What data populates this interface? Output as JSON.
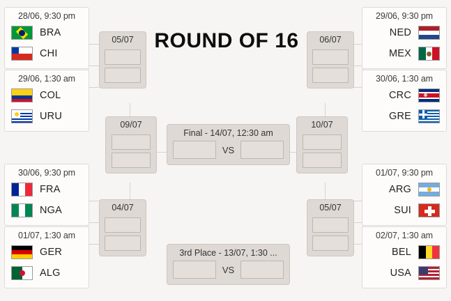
{
  "title": "ROUND OF 16",
  "colors": {
    "page_background": "#f7f5f3",
    "stage_box": "#ded9d4",
    "card_background": "#fdfcfb",
    "text": "#222222"
  },
  "round_of_16": {
    "left": [
      {
        "date": "28/06, 9:30 pm",
        "teams": [
          {
            "code": "BRA",
            "flag": "brazil-flag"
          },
          {
            "code": "CHI",
            "flag": "chile-flag"
          }
        ]
      },
      {
        "date": "29/06, 1:30 am",
        "teams": [
          {
            "code": "COL",
            "flag": "colombia-flag"
          },
          {
            "code": "URU",
            "flag": "uruguay-flag"
          }
        ]
      },
      {
        "date": "30/06, 9:30 pm",
        "teams": [
          {
            "code": "FRA",
            "flag": "france-flag"
          },
          {
            "code": "NGA",
            "flag": "nigeria-flag"
          }
        ]
      },
      {
        "date": "01/07, 1:30 am",
        "teams": [
          {
            "code": "GER",
            "flag": "germany-flag"
          },
          {
            "code": "ALG",
            "flag": "algeria-flag"
          }
        ]
      }
    ],
    "right": [
      {
        "date": "29/06, 9:30 pm",
        "teams": [
          {
            "code": "NED",
            "flag": "netherlands-flag"
          },
          {
            "code": "MEX",
            "flag": "mexico-flag"
          }
        ]
      },
      {
        "date": "30/06, 1:30 am",
        "teams": [
          {
            "code": "CRC",
            "flag": "costa-rica-flag"
          },
          {
            "code": "GRE",
            "flag": "greece-flag"
          }
        ]
      },
      {
        "date": "01/07, 9:30 pm",
        "teams": [
          {
            "code": "ARG",
            "flag": "argentina-flag"
          },
          {
            "code": "SUI",
            "flag": "switzerland-flag"
          }
        ]
      },
      {
        "date": "02/07, 1:30 am",
        "teams": [
          {
            "code": "BEL",
            "flag": "belgium-flag"
          },
          {
            "code": "USA",
            "flag": "usa-flag"
          }
        ]
      }
    ]
  },
  "quarter_finals": {
    "left_top": "05/07",
    "left_bottom": "04/07",
    "right_top": "06/07",
    "right_bottom": "05/07"
  },
  "semi_finals": {
    "left": "09/07",
    "right": "10/07"
  },
  "final": {
    "title": "Final - 14/07, 12:30 am",
    "vs": "VS"
  },
  "third_place": {
    "title": "3rd Place - 13/07, 1:30 ...",
    "vs": "VS"
  }
}
